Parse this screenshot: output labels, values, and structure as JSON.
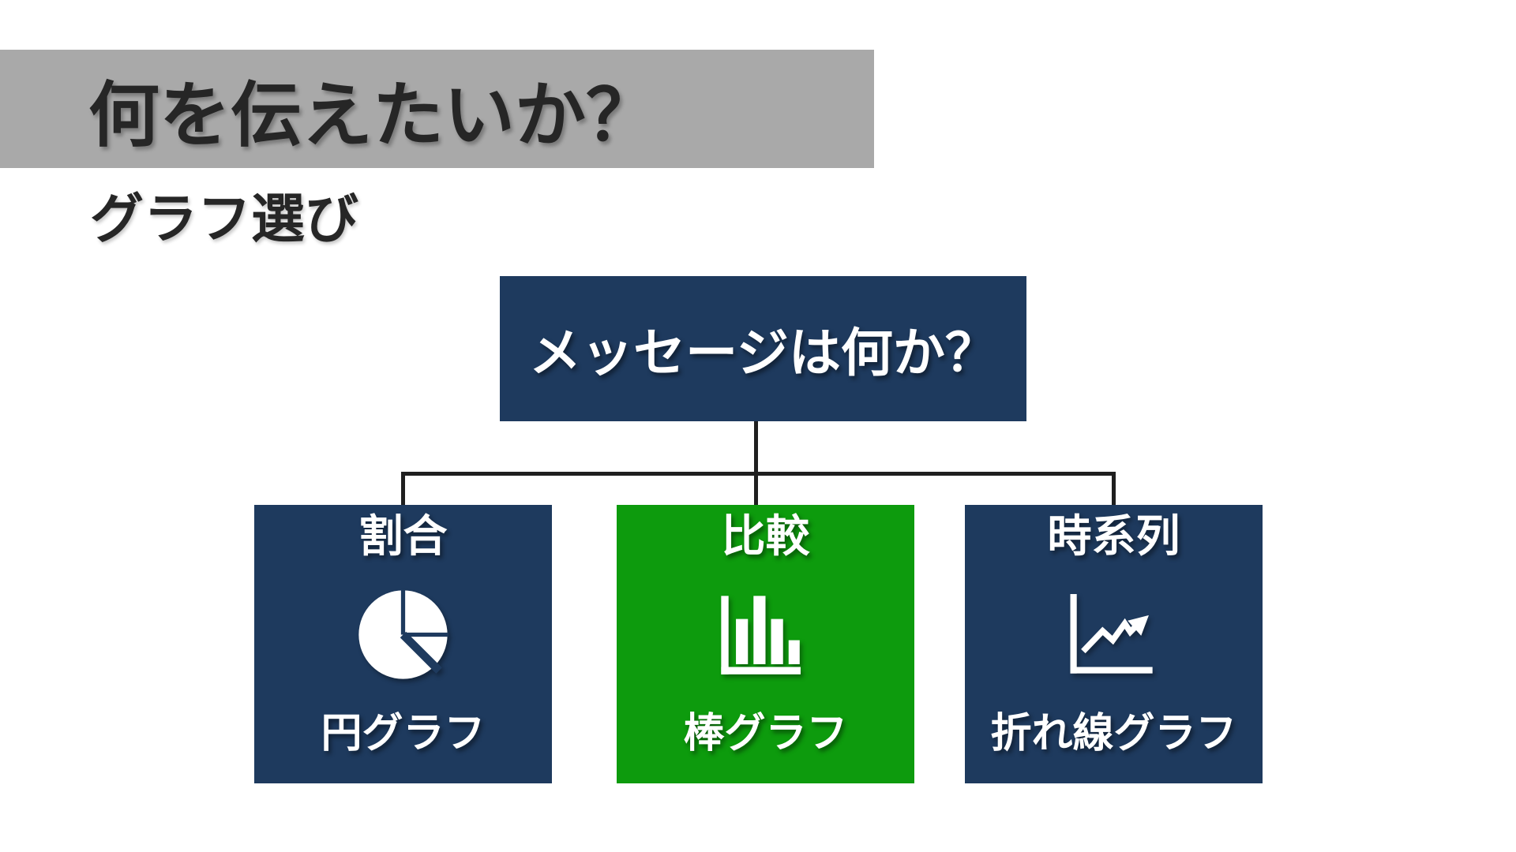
{
  "slide": {
    "title": "何を伝えたいか？",
    "subtitle": "グラフ選び"
  },
  "flowchart": {
    "root": {
      "label": "メッセージは何か？"
    },
    "children": [
      {
        "label": "割合",
        "icon": "pie-chart-icon",
        "chart_label": "円グラフ",
        "highlighted": false
      },
      {
        "label": "比較",
        "icon": "bar-chart-icon",
        "chart_label": "棒グラフ",
        "highlighted": true
      },
      {
        "label": "時系列",
        "icon": "line-chart-icon",
        "chart_label": "折れ線グラフ",
        "highlighted": false
      }
    ]
  },
  "colors": {
    "background": "#FFFFFF",
    "title_bar_bg": "#A9A9A9",
    "title_text": "#262626",
    "node_bg": "#1E3A5E",
    "highlight_bg": "#0D9B0D",
    "node_text": "#FFFFFF",
    "connector": "#1F1F1F"
  }
}
